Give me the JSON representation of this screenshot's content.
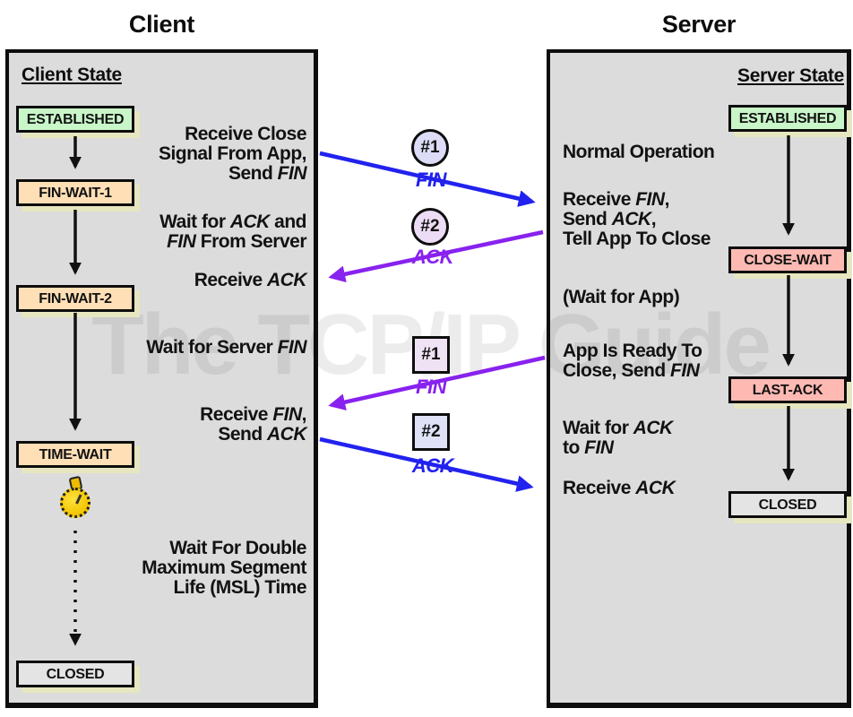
{
  "watermark": "The TCP/IP Guide",
  "client": {
    "title": "Client",
    "heading": "Client State",
    "states": [
      {
        "label": "ESTABLISHED"
      },
      {
        "label": "FIN-WAIT-1"
      },
      {
        "label": "FIN-WAIT-2"
      },
      {
        "label": "TIME-WAIT"
      },
      {
        "label": "CLOSED"
      }
    ],
    "annotations": [
      "Receive Close\nSignal From App,\nSend *FIN*",
      "Wait for *ACK* and\n*FIN* From Server",
      "Receive *ACK*",
      "Wait for Server *FIN*",
      "Receive *FIN*,\nSend *ACK*",
      "Wait For Double\nMaximum Segment\nLife (MSL) Time"
    ]
  },
  "server": {
    "title": "Server",
    "heading": "Server State",
    "states": [
      {
        "label": "ESTABLISHED"
      },
      {
        "label": "CLOSE-WAIT"
      },
      {
        "label": "LAST-ACK"
      },
      {
        "label": "CLOSED"
      }
    ],
    "annotations": [
      "Normal Operation",
      "Receive *FIN*,\nSend *ACK*,\nTell App To Close",
      "(Wait for App)",
      "App Is Ready To\nClose, Send *FIN*",
      "Wait for *ACK*\nto *FIN*",
      "Receive *ACK*"
    ]
  },
  "messages": [
    {
      "badge": "#1",
      "shape": "circle",
      "label": "FIN",
      "color": "#2222ee",
      "from": "client",
      "to": "server"
    },
    {
      "badge": "#2",
      "shape": "circle",
      "label": "ACK",
      "color": "#8822ee",
      "from": "server",
      "to": "client"
    },
    {
      "badge": "#1",
      "shape": "square",
      "label": "FIN",
      "color": "#8822ee",
      "from": "server",
      "to": "client"
    },
    {
      "badge": "#2",
      "shape": "square",
      "label": "ACK",
      "color": "#2222ee",
      "from": "client",
      "to": "server"
    }
  ],
  "icons": {
    "timer": "stopwatch"
  },
  "colors": {
    "panel_bg": "#dcdcdc",
    "established_fill": "#c9f6c9",
    "fin_wait_fill": "#ffdfb6",
    "close_wait_fill": "#ffb9b3",
    "closed_fill": "#e4e4e4",
    "box_shadow": "#e6e6c0",
    "fin_ack_blue": "#2222ee",
    "fin_ack_purple": "#8822ee"
  }
}
